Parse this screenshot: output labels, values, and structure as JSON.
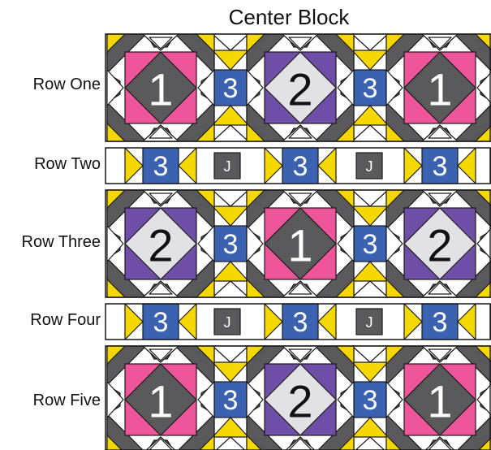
{
  "title": "Center Block",
  "rows": [
    {
      "label": "Row One",
      "type": "block",
      "blocks": [
        "1",
        "2",
        "1"
      ],
      "connectors": [
        "3",
        "3"
      ]
    },
    {
      "label": "Row Two",
      "type": "strip",
      "cells": [
        "3",
        "J",
        "3",
        "J",
        "3"
      ]
    },
    {
      "label": "Row Three",
      "type": "block",
      "blocks": [
        "2",
        "1",
        "2"
      ],
      "connectors": [
        "3",
        "3"
      ]
    },
    {
      "label": "Row Four",
      "type": "strip",
      "cells": [
        "3",
        "J",
        "3",
        "J",
        "3"
      ]
    },
    {
      "label": "Row Five",
      "type": "block",
      "blocks": [
        "1",
        "2",
        "1"
      ],
      "connectors": [
        "3",
        "3"
      ]
    }
  ],
  "colors": {
    "yellow": "#f5d800",
    "dark": "#5a5a5c",
    "pink": "#ef559a",
    "purple": "#6e4ea6",
    "light": "#e2e2e4",
    "blue": "#3a62b0",
    "gray": "#5a5a5c",
    "white": "#ffffff",
    "outline": "#1a1a1a"
  }
}
